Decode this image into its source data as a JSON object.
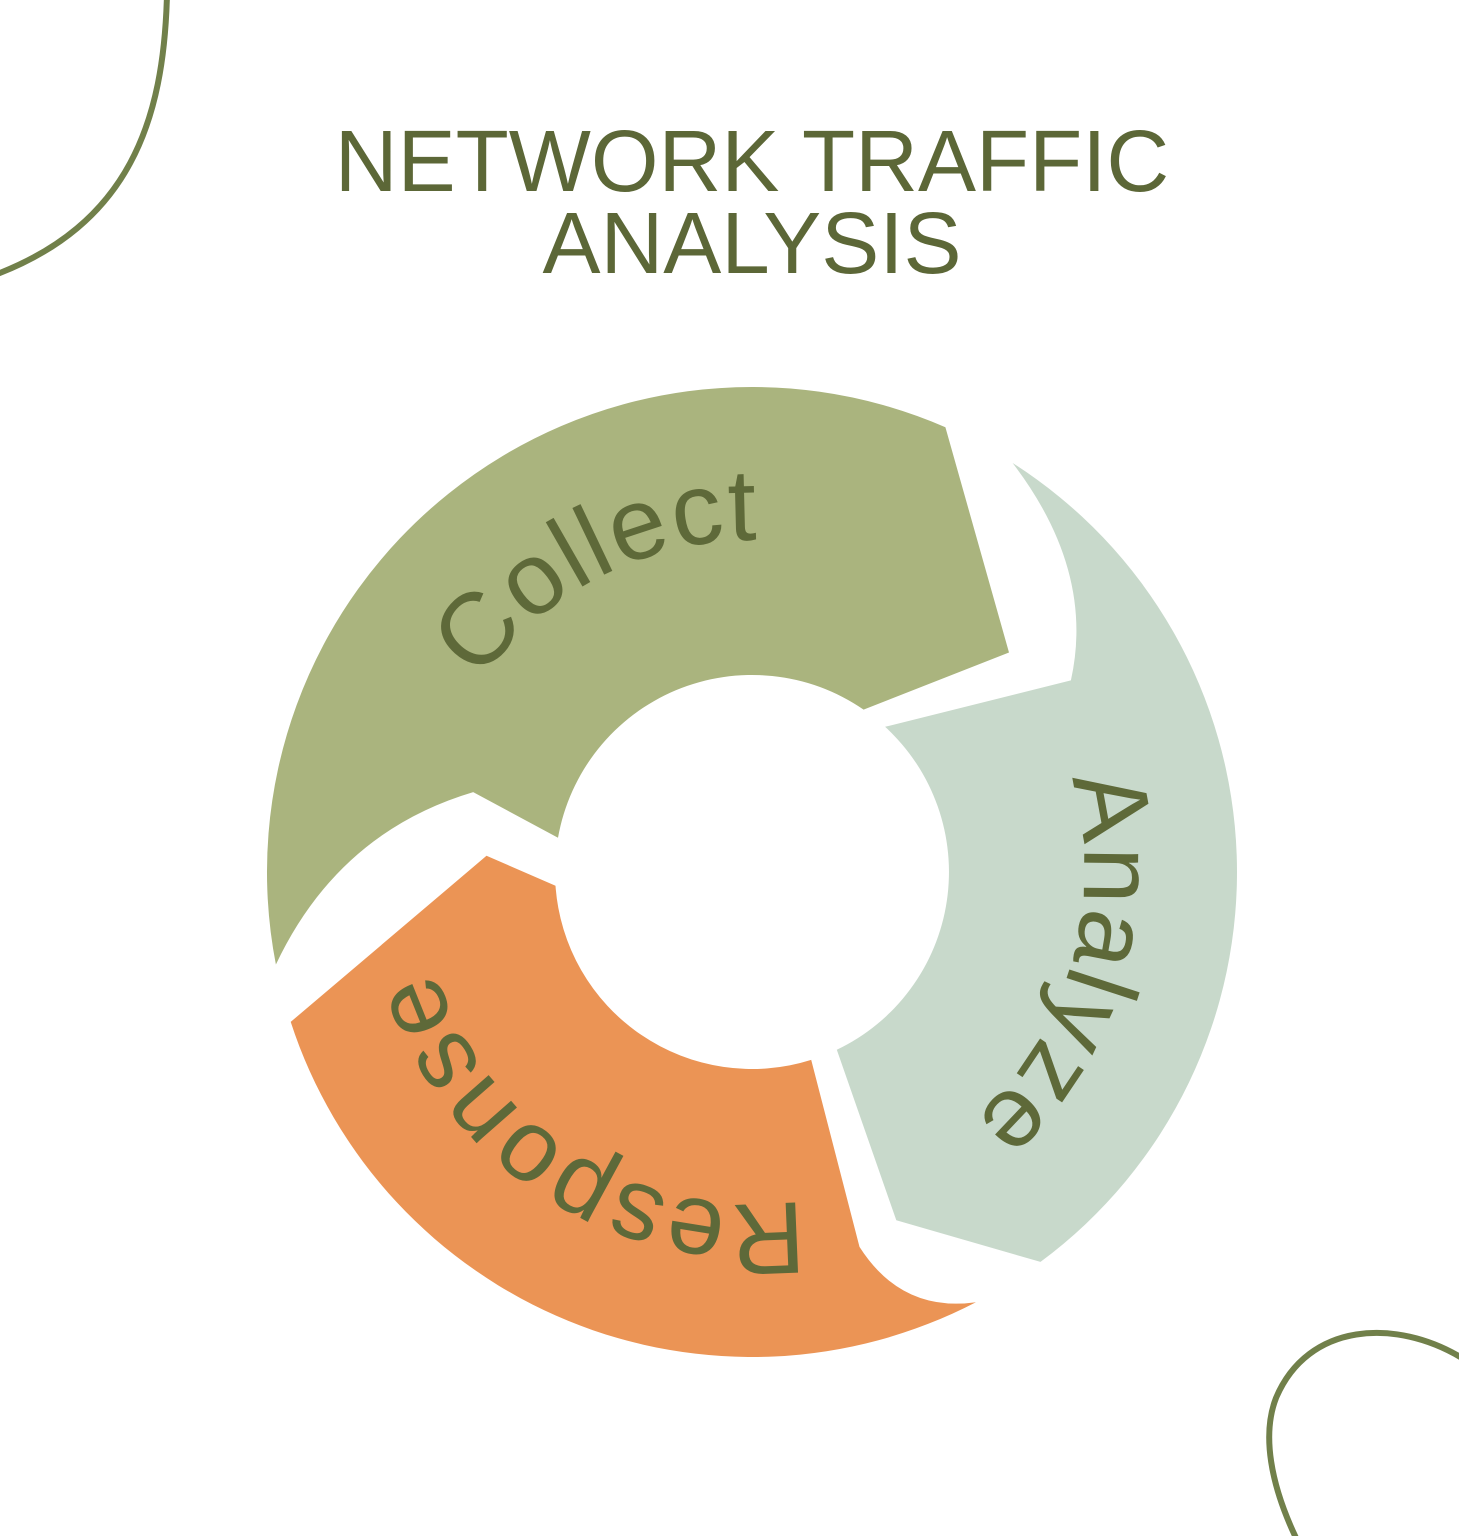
{
  "background_color": "#ffffff",
  "title": {
    "line1": "NETWORK TRAFFIC",
    "line2": "ANALYSIS",
    "color": "#5c6737"
  },
  "cycle": {
    "label_color": "#5e6939",
    "segments": [
      {
        "id": "collect",
        "label": "Collect",
        "color": "#aab47e"
      },
      {
        "id": "analyze",
        "label": "Analyze",
        "color": "#c8d9cb"
      },
      {
        "id": "response",
        "label": "Response",
        "color": "#eb9455"
      }
    ]
  },
  "decor": {
    "corner_curve_color": "#71804a"
  }
}
